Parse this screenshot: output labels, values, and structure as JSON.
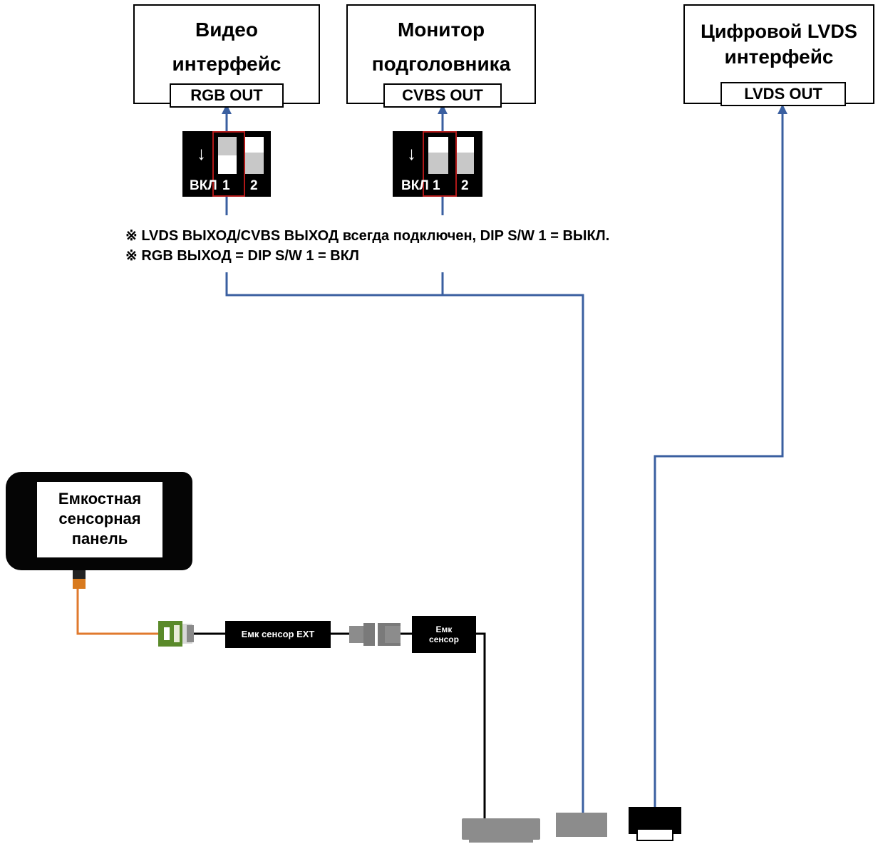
{
  "boxes": {
    "video": {
      "title_line1": "Видео",
      "title_line2": "интерфейс",
      "port": "RGB OUT"
    },
    "monitor": {
      "title_line1": "Монитор",
      "title_line2": "подголовника",
      "port": "CVBS OUT"
    },
    "lvds": {
      "title_line1": "Цифровой LVDS",
      "title_line2": "интерфейс",
      "port": "LVDS OUT"
    }
  },
  "dip_switches": [
    {
      "on_label": "ВКЛ",
      "switch1": "1",
      "switch2": "2",
      "switch1_state": "on",
      "switch2_state": "off"
    },
    {
      "on_label": "ВКЛ",
      "switch1": "1",
      "switch2": "2",
      "switch1_state": "off",
      "switch2_state": "off"
    }
  ],
  "notes": {
    "line1": "※ LVDS ВЫХОД/CVBS ВЫХОД всегда подключен, DIP S/W 1 = ВЫКЛ.",
    "line2": "※ RGB ВЫХОД = DIP S/W 1 = ВКЛ"
  },
  "panel": {
    "line1": "Емкостная",
    "line2": "сенсорная",
    "line3": "панель"
  },
  "cables": {
    "ext_label": "Емк сенсор EXT",
    "sensor_line1": "Емк",
    "sensor_line2": "сенсор"
  },
  "colors": {
    "wire_blue": "#3a5fa0",
    "wire_orange": "#e07a2e",
    "highlight_red": "#b01818"
  }
}
